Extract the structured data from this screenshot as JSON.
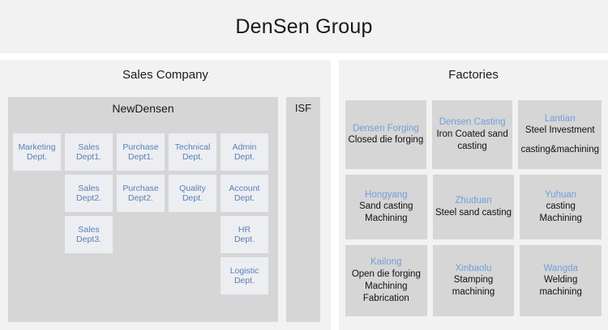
{
  "header": {
    "title": "DenSen Group"
  },
  "panels": {
    "sales": {
      "heading": "Sales Company",
      "company": {
        "name": "NewDensen"
      },
      "isf": {
        "label": "ISF"
      },
      "dept_grid": [
        [
          {
            "line1": "Marketing",
            "line2": "Dept."
          },
          {
            "line1": "Sales",
            "line2": "Dept1."
          },
          {
            "line1": "Purchase",
            "line2": "Dept1."
          },
          {
            "line1": "Technical",
            "line2": "Dept."
          },
          {
            "line1": "Admin",
            "line2": "Dept."
          }
        ],
        [
          {
            "line1": "",
            "line2": ""
          },
          {
            "line1": "Sales",
            "line2": "Dept2."
          },
          {
            "line1": "Purchase",
            "line2": "Dept2."
          },
          {
            "line1": "Quality",
            "line2": "Dept."
          },
          {
            "line1": "Account",
            "line2": "Dept."
          }
        ],
        [
          {
            "line1": "",
            "line2": ""
          },
          {
            "line1": "Sales",
            "line2": "Dept3."
          },
          {
            "line1": "",
            "line2": ""
          },
          {
            "line1": "",
            "line2": ""
          },
          {
            "line1": "HR",
            "line2": "Dept."
          }
        ],
        [
          {
            "line1": "",
            "line2": ""
          },
          {
            "line1": "",
            "line2": ""
          },
          {
            "line1": "",
            "line2": ""
          },
          {
            "line1": "",
            "line2": ""
          },
          {
            "line1": "Logistic",
            "line2": "Dept."
          }
        ]
      ]
    },
    "factories": {
      "heading": "Factories",
      "rows": [
        [
          {
            "name": "Densen Forging",
            "desc": [
              "Closed die forging"
            ]
          },
          {
            "name": "Densen Casting",
            "desc": [
              "Iron Coated sand",
              "casting"
            ]
          },
          {
            "name": "Lantian",
            "desc": [
              "Steel Investment"
            ],
            "desc2": [
              "casting&machining"
            ]
          }
        ],
        [
          {
            "name": "Hongyang",
            "desc": [
              "Sand casting",
              "Machining"
            ]
          },
          {
            "name": "Zhuduan",
            "desc": [
              "Steel sand casting"
            ]
          },
          {
            "name": "Yuhuan",
            "desc": [
              "casting",
              "Machining"
            ]
          }
        ],
        [
          {
            "name": "Kailong",
            "desc": [
              "Open die forging",
              "Machining",
              "Fabrication"
            ]
          },
          {
            "name": "Xinbaolu",
            "desc": [
              "Stamping",
              "machining"
            ]
          },
          {
            "name": "Wangda",
            "desc": [
              "Welding",
              "machining"
            ]
          }
        ]
      ]
    }
  },
  "colors": {
    "dept_text": "#5b7fb5",
    "factory_title": "#6fa0d8",
    "panel_bg": "#f2f2f2",
    "block_bg": "#d6d6d6",
    "cell_bg": "#eceef2"
  }
}
